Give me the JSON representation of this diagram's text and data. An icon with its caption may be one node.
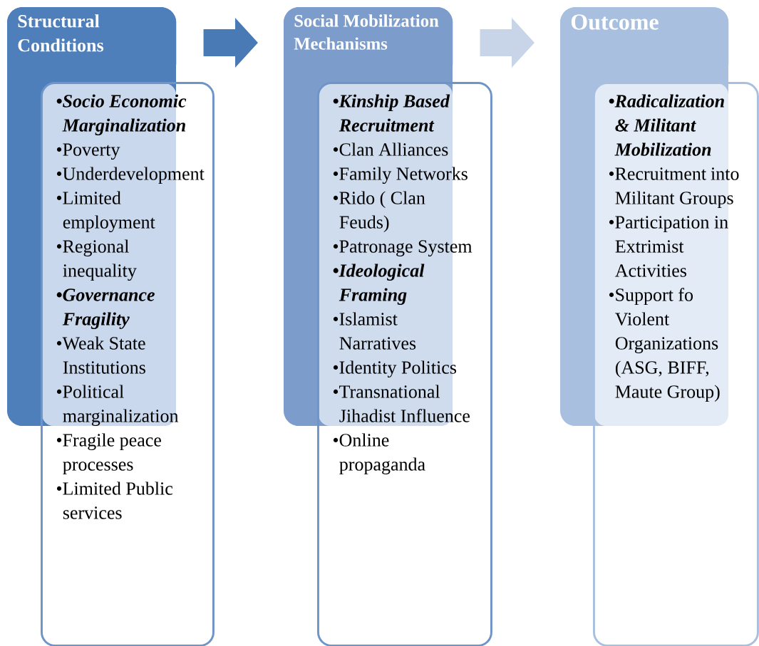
{
  "diagram": {
    "nodes": [
      {
        "text": [
          "Structural Conditions"
        ]
      },
      {
        "text": [
          "•Socio Economic Marginalization",
          "•Poverty",
          "•Underdevelopment",
          "•Limited employment",
          "•Regional inequality",
          "•Governance Fragility",
          "•Weak State Institutions",
          "•Political marginalization",
          "•Fragile peace processes",
          "•Limited Public services"
        ]
      },
      {
        "text": [
          "Social Mobilization Mechanisms"
        ]
      },
      {
        "text": [
          "•Kinship Based Recruitment",
          "•Clan Alliances",
          "•Family Networks",
          "•Rido ( Clan Feuds)",
          "•Patronage System",
          "•Ideological Framing",
          "•Islamist Narratives",
          "•Identity Politics",
          "•Transnational Jihadist Influence",
          "•Online propaganda"
        ]
      },
      {
        "text": [
          "Outcome"
        ]
      },
      {
        "text": [
          "•Radicalization & Militant Mobilization",
          "•Recruitment into Militant Groups",
          "•Participation in Extrimist Activities",
          "•Support fo Violent Organizations (ASG, BIFF, Maute Group)"
        ]
      }
    ],
    "edges": [
      {
        "from": 0,
        "to": 2,
        "arrow": "to",
        "color": "#4a7ab5"
      },
      {
        "from": 2,
        "to": 4,
        "arrow": "to",
        "color": "#c8d4e8"
      }
    ]
  }
}
